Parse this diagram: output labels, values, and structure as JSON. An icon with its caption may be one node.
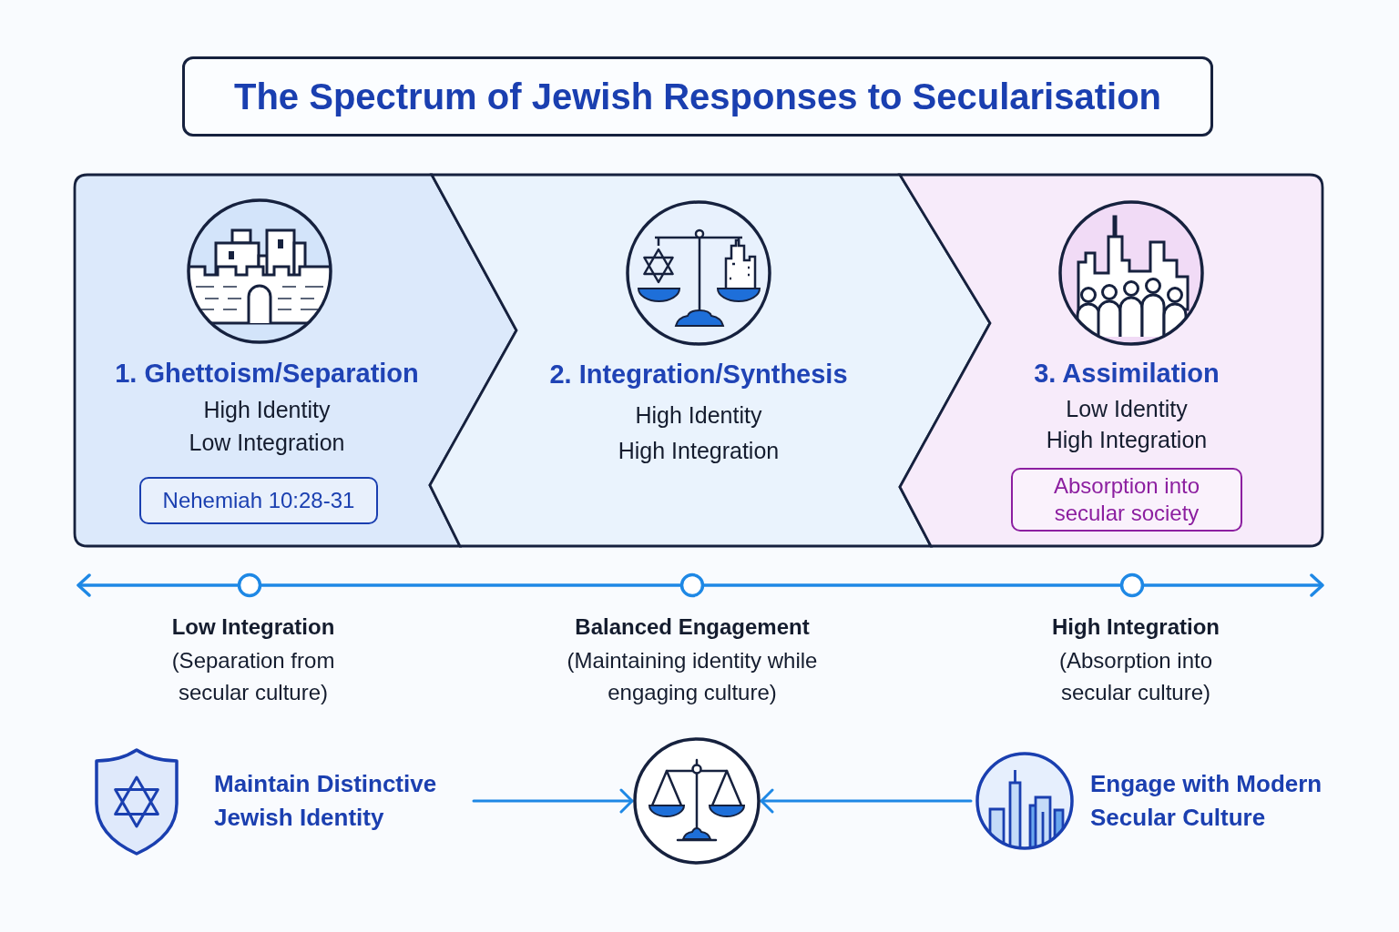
{
  "diagram": {
    "title": "The Spectrum of Jewish Responses to Secularisation",
    "nodes": [
      {
        "text": [
          "1. Ghettoism/Separation",
          "High Identity Low Integration"
        ]
      },
      {
        "text": [
          "Nehemiah 10:28-31"
        ],
        "in": 0
      },
      {
        "text": [
          "2. Integration/Synthesis",
          "High Identity High Integration"
        ]
      },
      {
        "text": [
          "3. Assimilation",
          "Low Identity High Integration"
        ]
      },
      {
        "text": [
          "Absorption into secular society"
        ],
        "in": 3
      },
      {
        "text": [
          "Maintain Distinctive Jewish Identity"
        ]
      },
      {
        "text": [],
        "shape": "picture"
      },
      {
        "text": [
          "Engage with Modern Secular Culture"
        ]
      }
    ],
    "edges": [
      {
        "from": 5,
        "to": 6,
        "arrow": "to"
      },
      {
        "from": 7,
        "to": 6,
        "arrow": "to"
      }
    ],
    "labels": [
      "Low Integration",
      "(Separation from secular culture)",
      "Balanced Engagement",
      "(Maintaining identity while engaging culture)",
      "High Integration",
      "(Absorption into secular culture)"
    ]
  }
}
